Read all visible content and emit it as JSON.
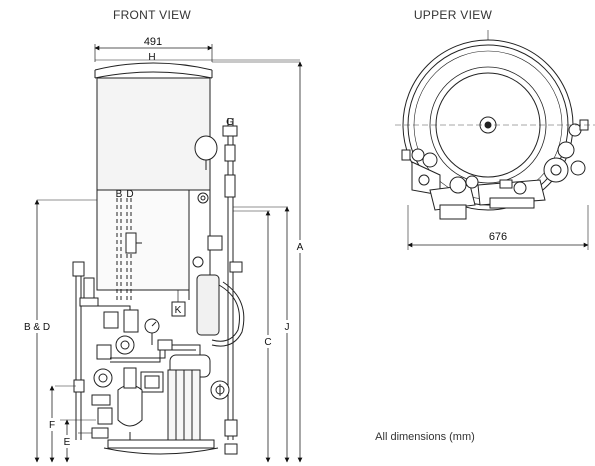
{
  "views": {
    "front_title": "FRONT VIEW",
    "upper_title": "UPPER VIEW"
  },
  "dimensions": {
    "width_front": "491",
    "width_upper": "676",
    "H": "H",
    "G": "G",
    "A": "A",
    "B": "B",
    "D": "D",
    "B_and_D": "B & D",
    "J": "J",
    "C": "C",
    "K": "K",
    "F": "F",
    "E": "E"
  },
  "note": "All dimensions (mm)"
}
